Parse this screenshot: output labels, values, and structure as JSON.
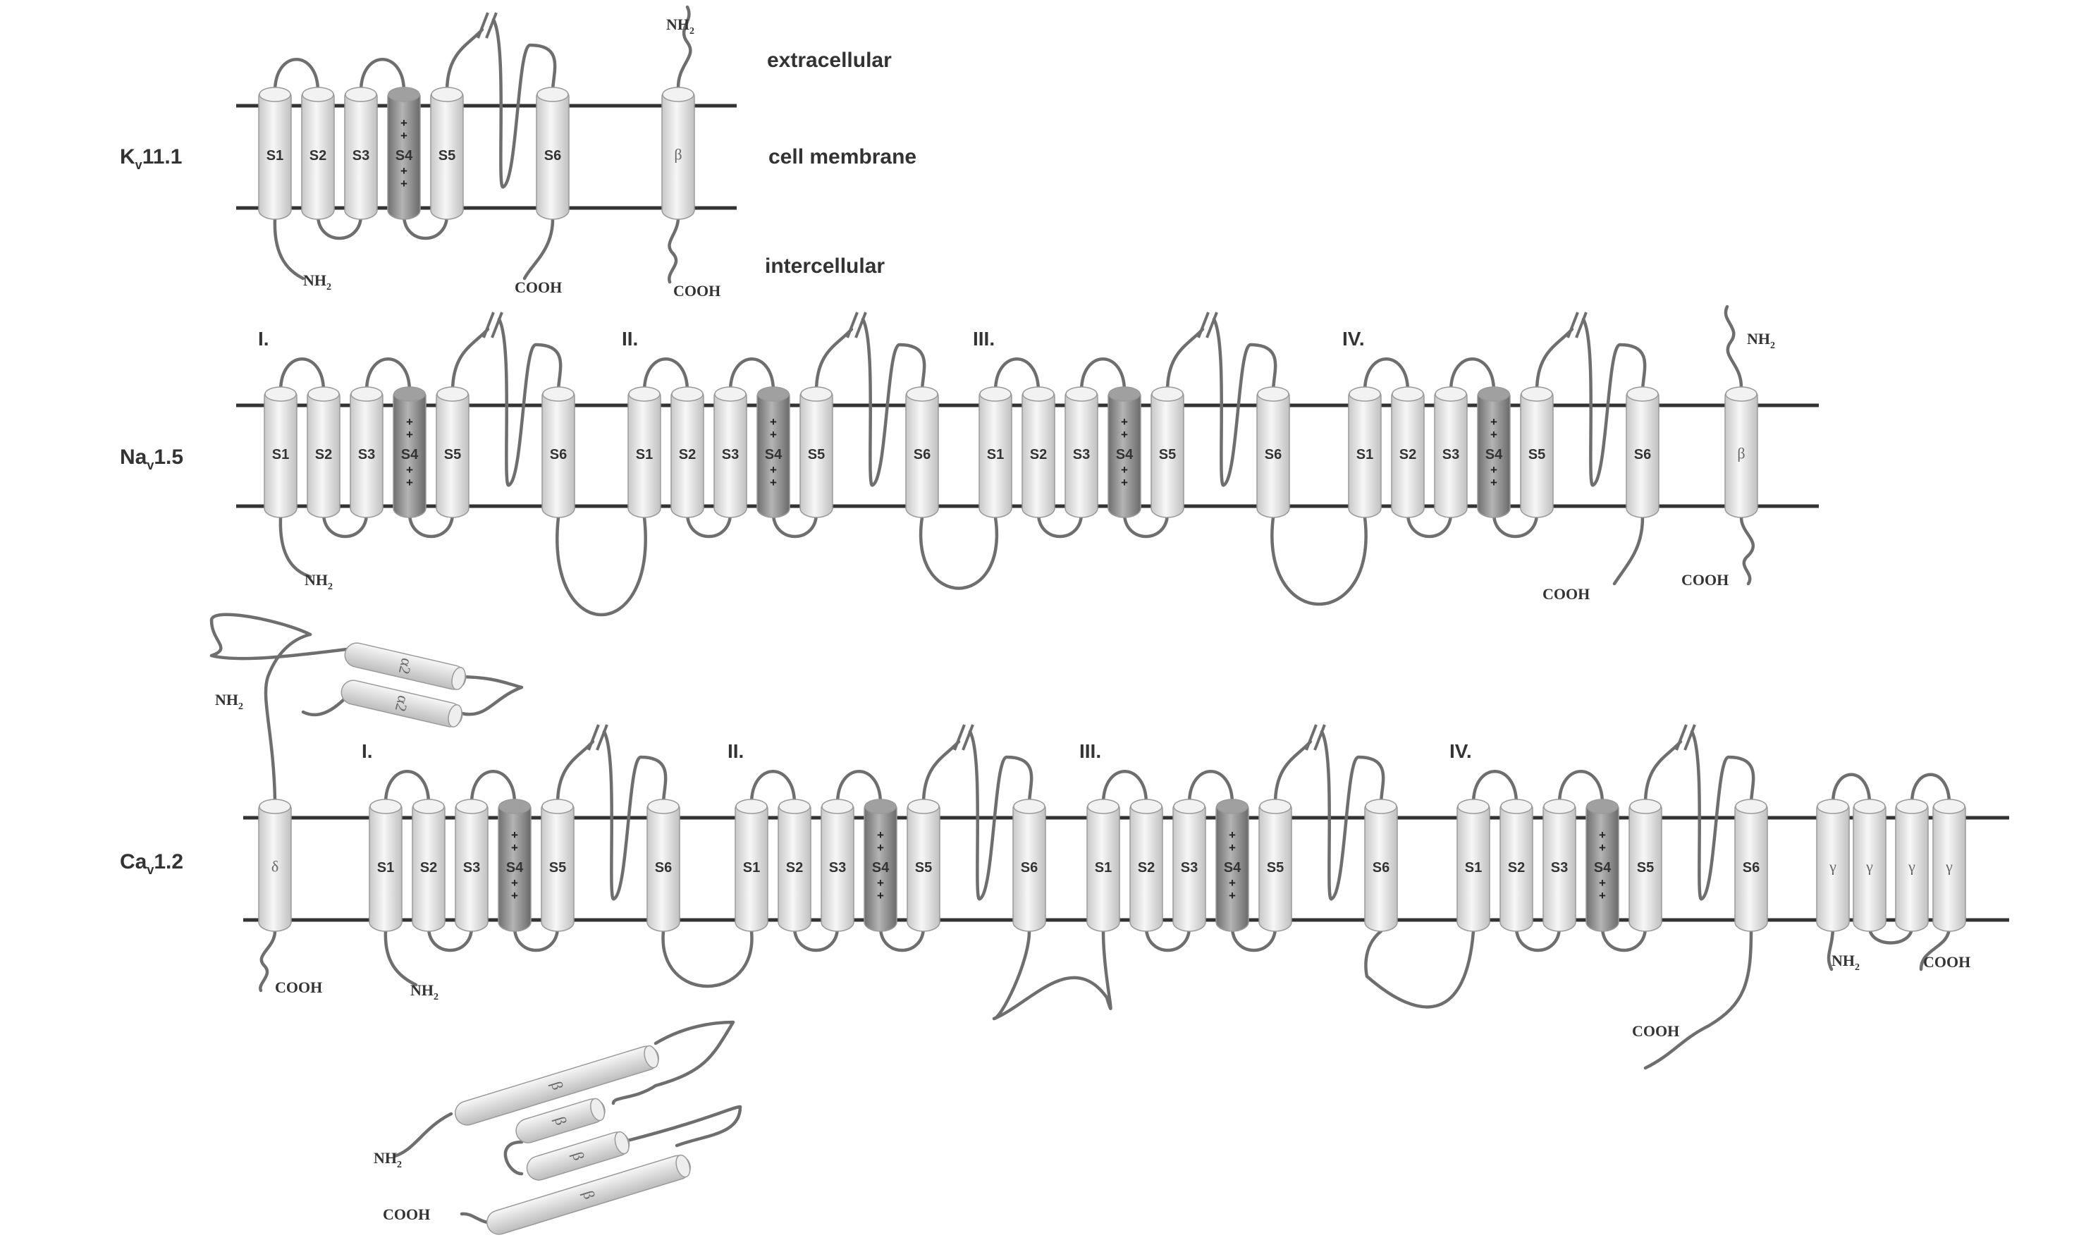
{
  "regions": {
    "extracellular": "extracellular",
    "membrane": "cell membrane",
    "intracellular": "intercellular"
  },
  "rows": [
    {
      "id": "kv",
      "prefix": "K",
      "sub": "v",
      "suffix": "11.1"
    },
    {
      "id": "nav",
      "prefix": "Na",
      "sub": "v",
      "suffix": "1.5"
    },
    {
      "id": "cav",
      "prefix": "Ca",
      "sub": "v",
      "suffix": "1.2"
    }
  ],
  "domains": [
    "I.",
    "II.",
    "III.",
    "IV."
  ],
  "segments": [
    "S1",
    "S2",
    "S3",
    "S4",
    "S5",
    "S6"
  ],
  "s4_charge": "+",
  "subunits": {
    "beta": "β",
    "delta": "δ",
    "gamma": "γ",
    "alpha2": "α2"
  },
  "termini": {
    "nh2": {
      "main": "NH",
      "sub": "2"
    },
    "cooh": "COOH"
  },
  "colors": {
    "membrane": "#333333",
    "helix": "#e6e6e6",
    "s4_helix": "#8c8c8c",
    "loop": "#6e6e6e"
  }
}
